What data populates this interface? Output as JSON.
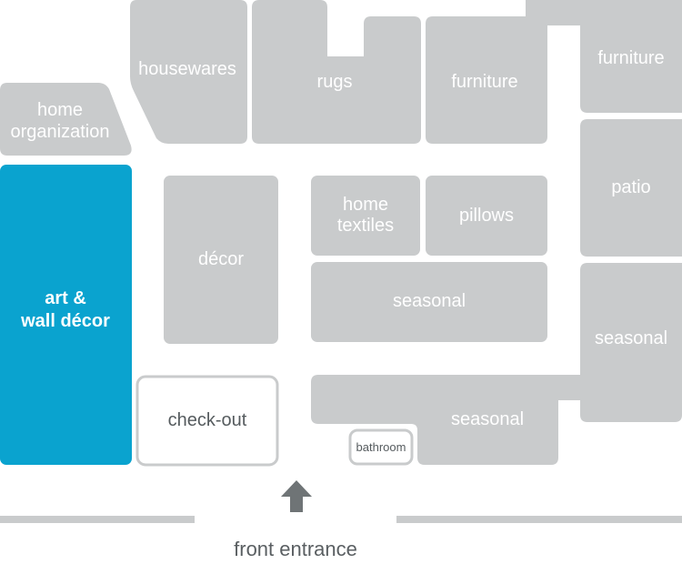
{
  "map": {
    "zones": {
      "housewares": "housewares",
      "rugs": "rugs",
      "furniture_center": "furniture",
      "furniture_right": "furniture",
      "home_organization": [
        "home",
        "organization"
      ],
      "art_wall_decor": [
        "art &",
        "wall décor"
      ],
      "decor": "décor",
      "home_textiles": [
        "home",
        "textiles"
      ],
      "pillows": "pillows",
      "patio": "patio",
      "seasonal_center": "seasonal",
      "seasonal_right": "seasonal",
      "seasonal_bottom": "seasonal",
      "check_out": "check-out",
      "bathroom": "bathroom"
    },
    "entrance_label": "front entrance"
  },
  "colors": {
    "zone": "#c9cbcc",
    "highlight": "#0aa3cf",
    "text_light": "#ffffff",
    "text_dark": "#555b5e"
  },
  "icons": {
    "entrance_arrow": "up-arrow-icon"
  }
}
